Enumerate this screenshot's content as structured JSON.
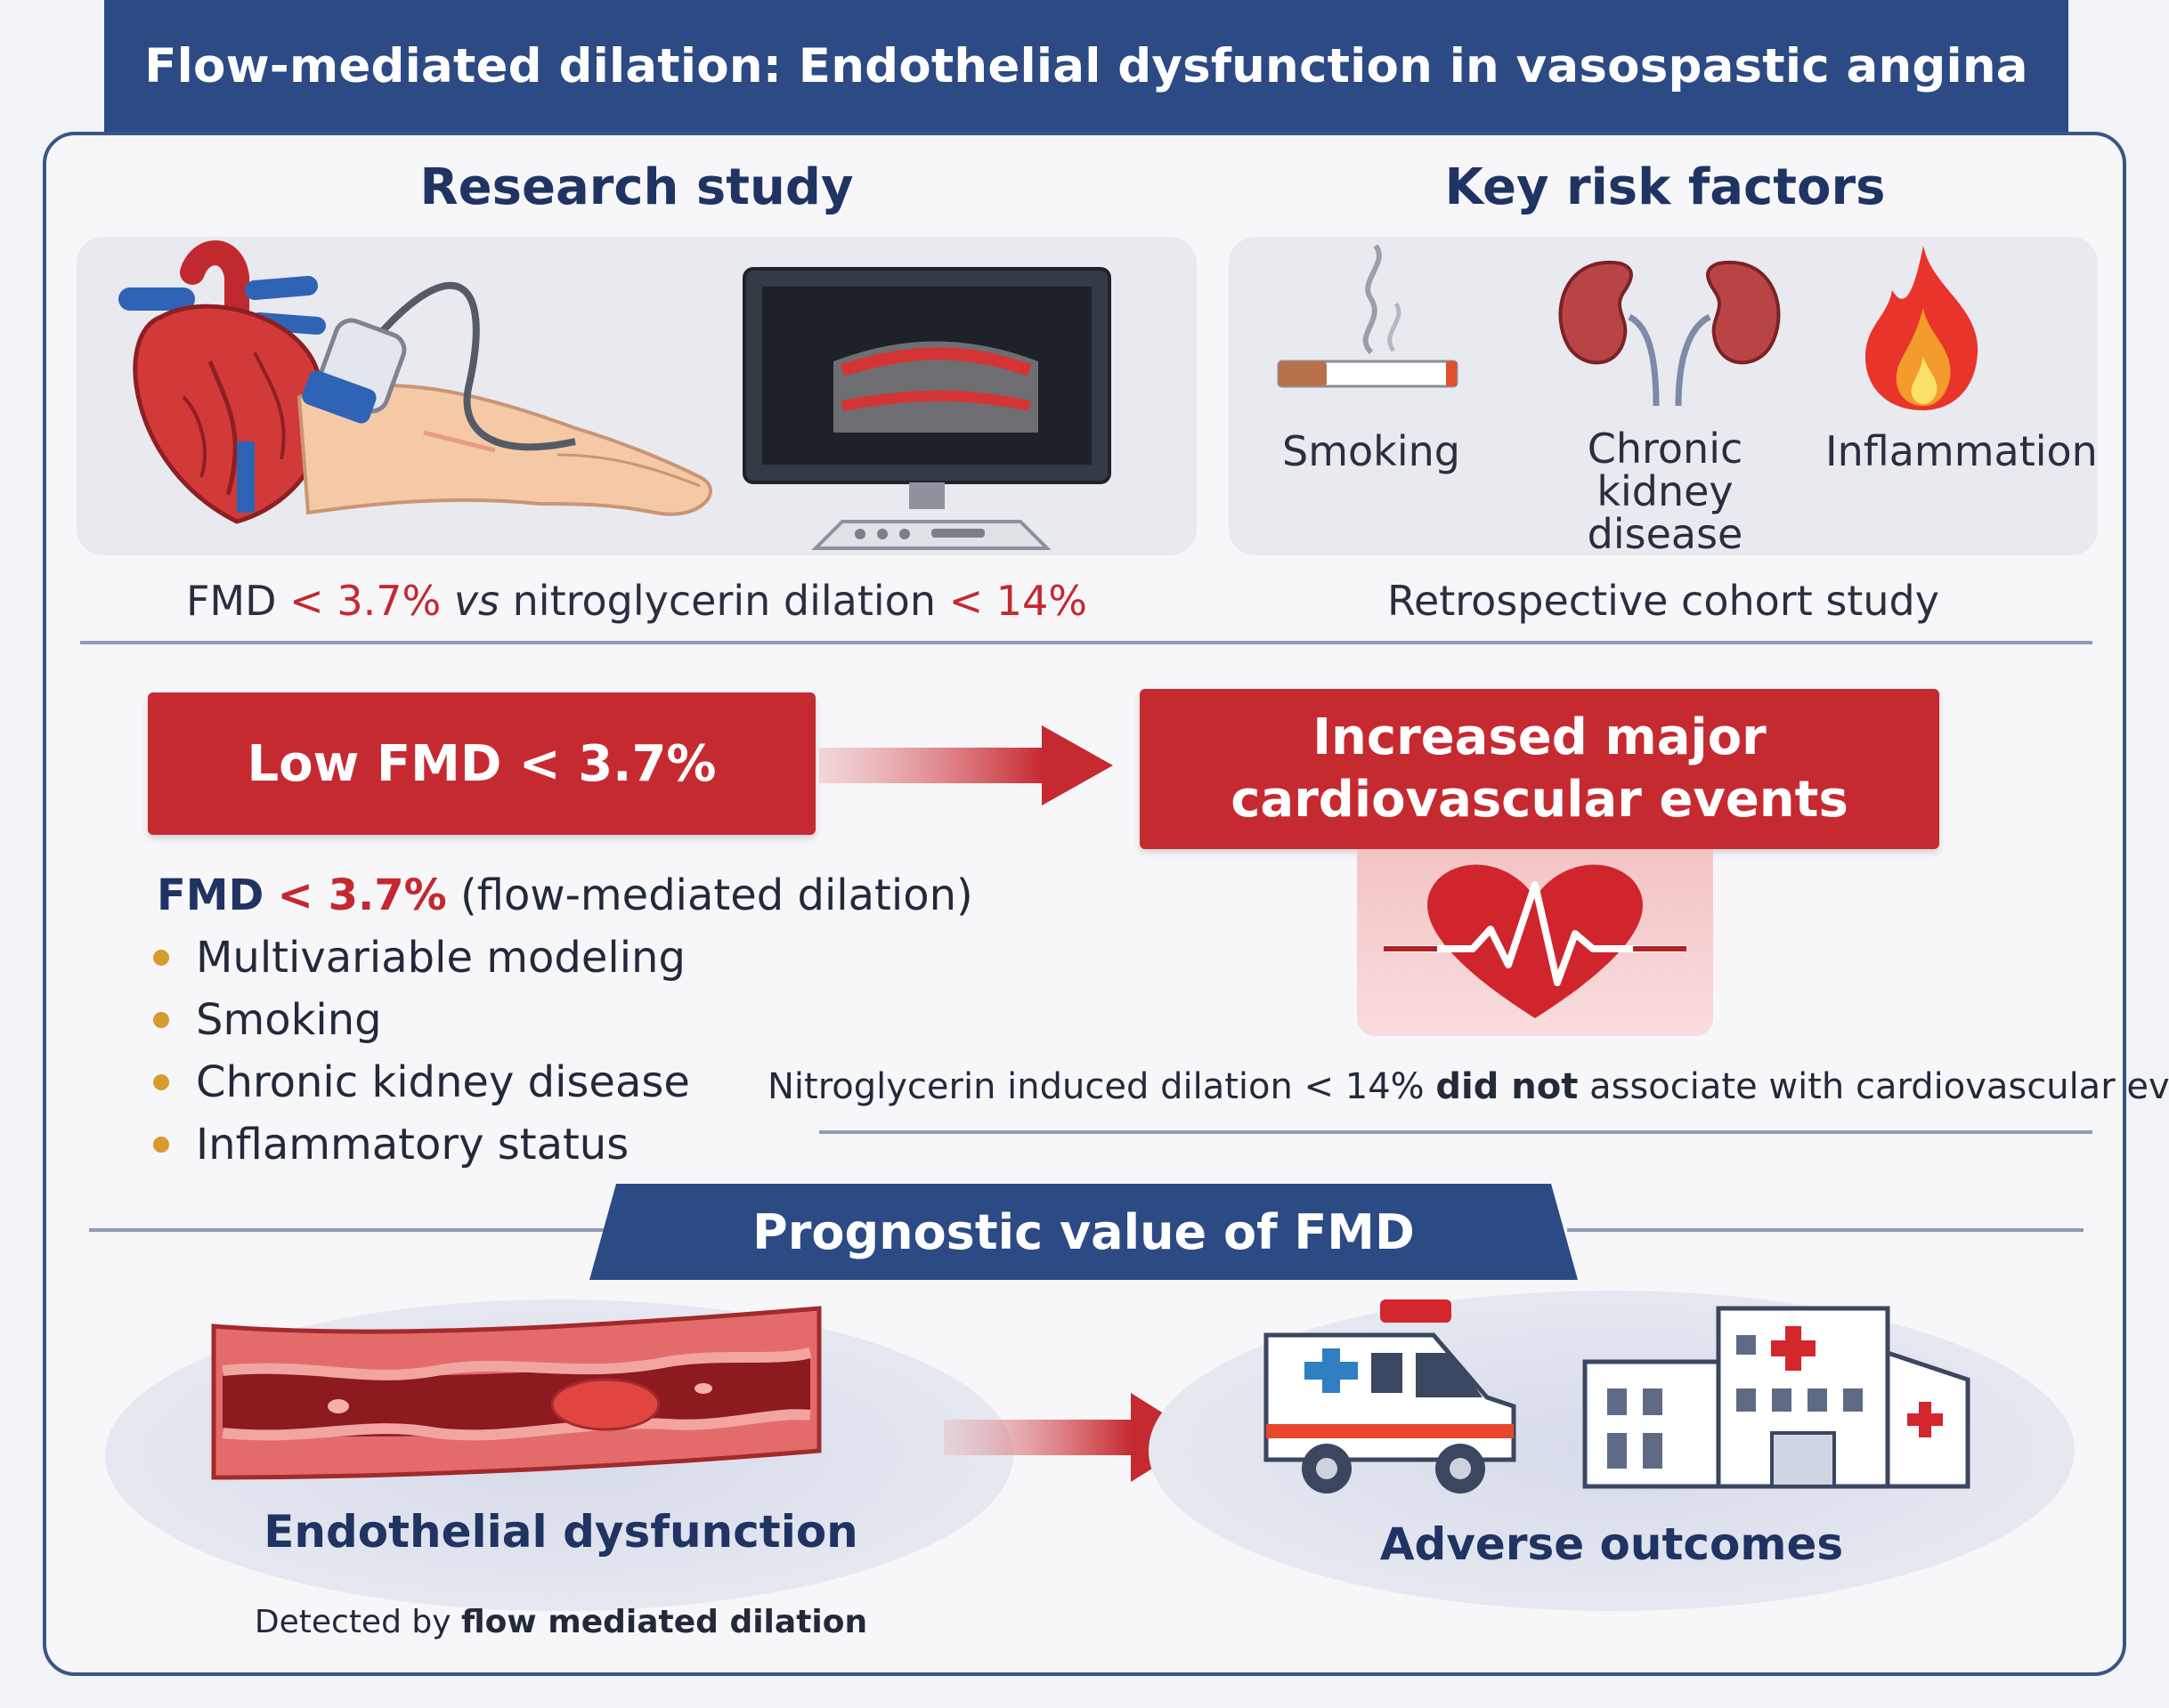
{
  "title": "Flow-mediated dilation: Endothelial dysfunction in vasospastic angina",
  "research": {
    "heading": "Research study",
    "caption_prefix": "FMD",
    "caption_fmd": "< 3.7%",
    "caption_vs": "vs",
    "caption_mid": "nitroglycerin dilation",
    "caption_ntg": "< 14%"
  },
  "risk": {
    "heading": "Key risk factors",
    "items": [
      {
        "label": "Smoking",
        "icon": "cigarette-icon"
      },
      {
        "label": "Chronic kidney\ndisease",
        "icon": "kidney-icon"
      },
      {
        "label": "Inflammation",
        "icon": "flame-icon"
      }
    ],
    "caption": "Retrospective cohort study"
  },
  "middle": {
    "low_fmd": "Low FMD < 3.7%",
    "events_line1": "Increased major",
    "events_line2": "cardiovascular events",
    "fmd_bold": "FMD",
    "fmd_red": "< 3.7%",
    "fmd_rest": "(flow-mediated dilation)",
    "bullets": [
      "Multivariable modeling",
      "Smoking",
      "Chronic kidney disease",
      "Inflammatory status"
    ],
    "ntg_pre": "Nitroglycerin induced dilation < 14%",
    "ntg_bold": "did not",
    "ntg_post": "associate with cardiovascular events"
  },
  "prognostic": {
    "heading": "Prognostic value of FMD",
    "left_label": "Endothelial dysfunction",
    "left_sub_pre": "Detected by",
    "left_sub_bold": "flow mediated dilation",
    "right_label": "Adverse outcomes"
  },
  "colors": {
    "navy": "#2c4a84",
    "red": "#c62a31",
    "accent": "#d79a2c"
  }
}
